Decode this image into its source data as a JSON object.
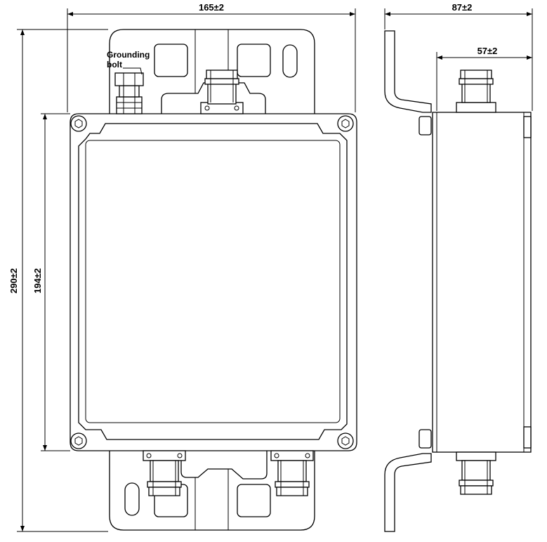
{
  "dimensions": {
    "overall_width": "165±2",
    "overall_height": "290±2",
    "body_height": "194±2",
    "side_depth": "87±2",
    "side_body_depth": "57±2"
  },
  "labels": {
    "grounding_line1": "Grounding",
    "grounding_line2": "bolt"
  }
}
